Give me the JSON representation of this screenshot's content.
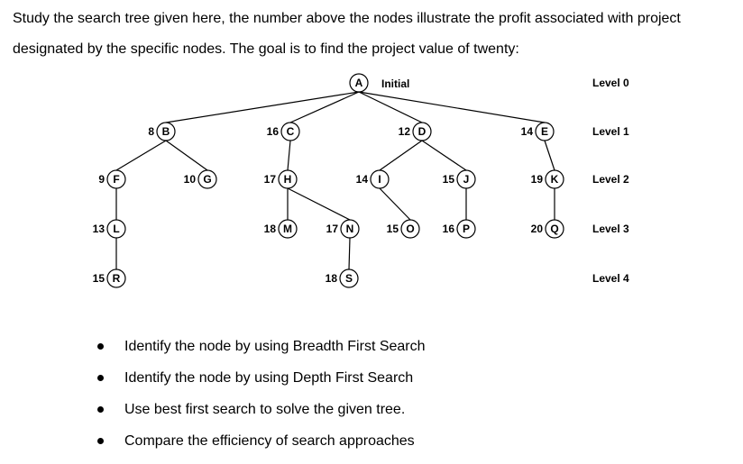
{
  "intro": {
    "line1": "Study the search tree given here, the number above the nodes illustrate the profit associated with project",
    "line2": "designated by the specific nodes. The goal is to find the project value of twenty:"
  },
  "tree": {
    "root_note": "Initial",
    "nodes": [
      {
        "id": "A",
        "profit": ""
      },
      {
        "id": "B",
        "profit": "8"
      },
      {
        "id": "C",
        "profit": "16"
      },
      {
        "id": "D",
        "profit": "12"
      },
      {
        "id": "E",
        "profit": "14"
      },
      {
        "id": "F",
        "profit": "9"
      },
      {
        "id": "G",
        "profit": "10"
      },
      {
        "id": "H",
        "profit": "17"
      },
      {
        "id": "I",
        "profit": "14"
      },
      {
        "id": "J",
        "profit": "15"
      },
      {
        "id": "K",
        "profit": "19"
      },
      {
        "id": "L",
        "profit": "13"
      },
      {
        "id": "M",
        "profit": "18"
      },
      {
        "id": "N",
        "profit": "17"
      },
      {
        "id": "O",
        "profit": "15"
      },
      {
        "id": "P",
        "profit": "16"
      },
      {
        "id": "Q",
        "profit": "20"
      },
      {
        "id": "R",
        "profit": "15"
      },
      {
        "id": "S",
        "profit": "18"
      }
    ],
    "edges": [
      [
        "A",
        "B"
      ],
      [
        "A",
        "C"
      ],
      [
        "A",
        "D"
      ],
      [
        "A",
        "E"
      ],
      [
        "B",
        "F"
      ],
      [
        "B",
        "G"
      ],
      [
        "C",
        "H"
      ],
      [
        "D",
        "I"
      ],
      [
        "D",
        "J"
      ],
      [
        "E",
        "K"
      ],
      [
        "F",
        "L"
      ],
      [
        "H",
        "M"
      ],
      [
        "H",
        "N"
      ],
      [
        "I",
        "O"
      ],
      [
        "J",
        "P"
      ],
      [
        "K",
        "Q"
      ],
      [
        "L",
        "R"
      ],
      [
        "N",
        "S"
      ]
    ],
    "levels": [
      "Level 0",
      "Level 1",
      "Level 2",
      "Level 3",
      "Level 4"
    ]
  },
  "tasks": [
    "Identify the node by using Breadth First Search",
    "Identify the node by using Depth First Search",
    "Use best first search to solve the given tree.",
    "Compare the efficiency of search approaches"
  ]
}
